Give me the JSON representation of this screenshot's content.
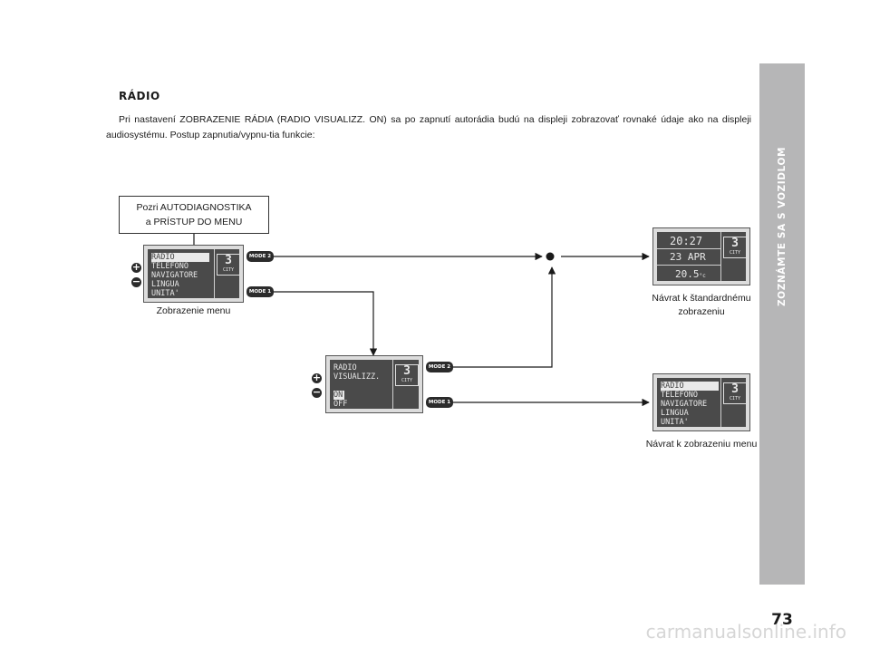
{
  "heading": "RÁDIO",
  "intro": "Pri nastavení ZOBRAZENIE RÁDIA (RADIO VISUALIZZ. ON) sa po zapnutí autorádia budú na displeji zobrazovať rovnaké údaje ako na displeji audiosystému. Postup zapnutia/vypnu-tia funkcie:",
  "sidebar": {
    "title": "ZOZNÁMTE SA S VOZIDLOM",
    "page": "73"
  },
  "callout": {
    "line1": "Pozri AUTODIAGNOSTIKA",
    "line2": "a PRÍSTUP DO MENU"
  },
  "display_menu": {
    "lines": [
      "RADIO",
      "TELEFONO",
      "NAVIGATORE",
      "LINGUA",
      "UNITA'"
    ],
    "preset": "3",
    "city": "CITY",
    "caption": "Zobrazenie menu"
  },
  "display_visual": {
    "lines": [
      "RADIO",
      "VISUALIZZ.",
      "",
      "ON",
      "OFF"
    ],
    "preset": "3",
    "city": "CITY"
  },
  "display_standard": {
    "time": "20:27",
    "date": "23 APR",
    "temp": "20.5",
    "temp_unit": "°c",
    "preset": "3",
    "city": "CITY",
    "caption_line1": "Návrat k štandardnému",
    "caption_line2": "zobrazeniu"
  },
  "display_menu_return": {
    "lines": [
      "RADIO",
      "TELEFONO",
      "NAVIGATORE",
      "LINGUA",
      "UNITA'"
    ],
    "preset": "3",
    "city": "CITY",
    "caption": "Návrat k zobrazeniu menu"
  },
  "buttons": {
    "mode2": "MODE 2",
    "mode1": "MODE 1",
    "plus": "+",
    "minus": "−"
  },
  "watermark": "carmanualsonline.info"
}
